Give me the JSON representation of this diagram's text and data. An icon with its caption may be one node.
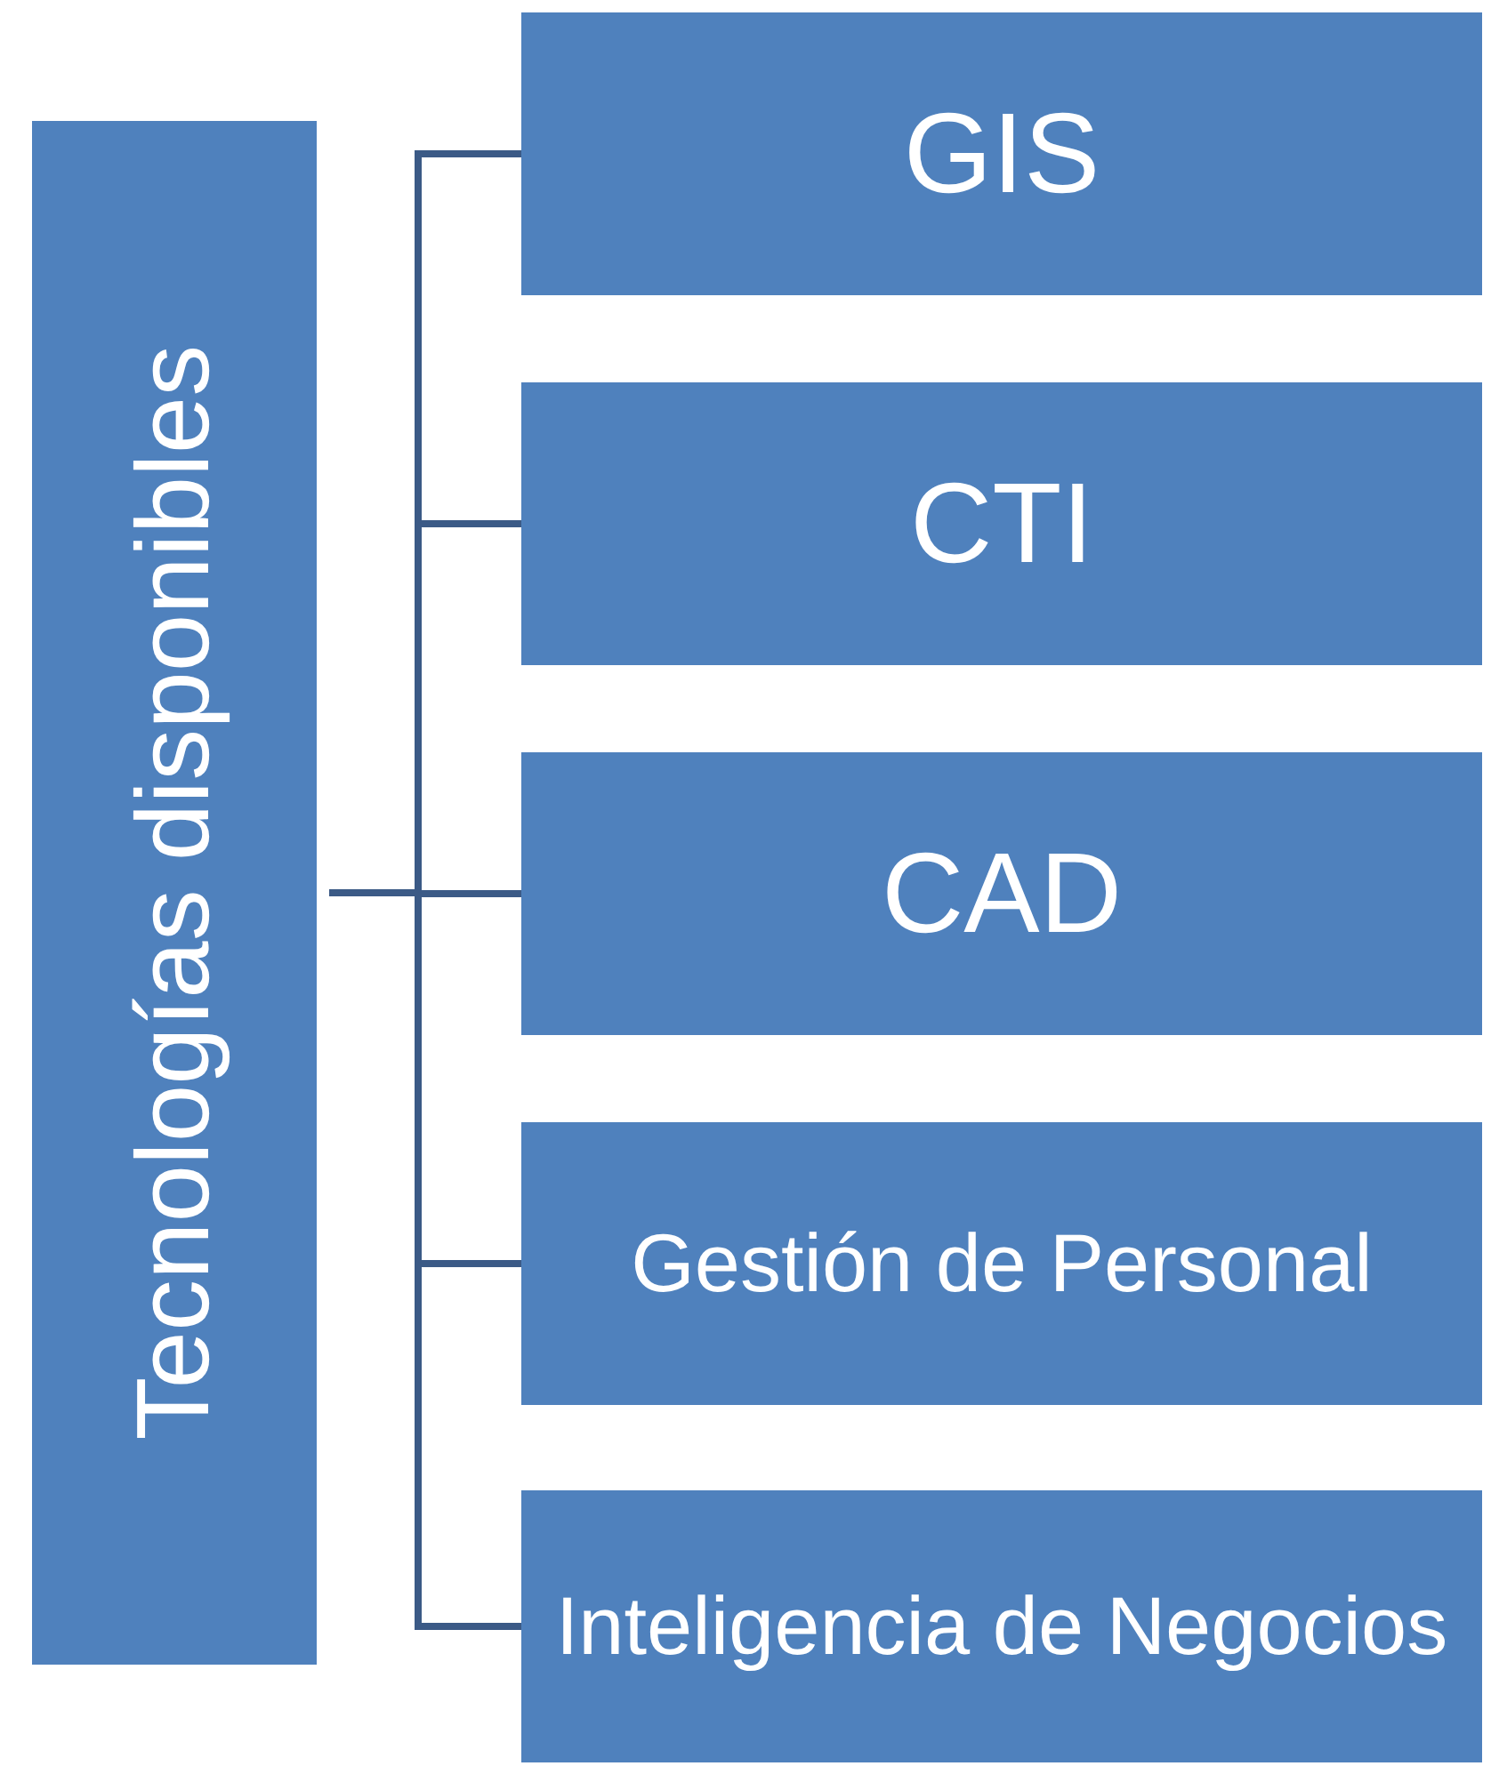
{
  "diagram": {
    "nodes": [
      {
        "text": [
          "Tecnologías disponibles"
        ]
      },
      {
        "text": [
          "GIS"
        ]
      },
      {
        "text": [
          "CTI"
        ]
      },
      {
        "text": [
          "CAD"
        ]
      },
      {
        "text": [
          "Gestión de Personal"
        ]
      },
      {
        "text": [
          "Inteligencia de Negocios"
        ]
      }
    ],
    "edges": [
      {
        "from": 0,
        "to": 1,
        "arrow": "none"
      },
      {
        "from": 0,
        "to": 2,
        "arrow": "none"
      },
      {
        "from": 0,
        "to": 3,
        "arrow": "none"
      },
      {
        "from": 0,
        "to": 4,
        "arrow": "none"
      },
      {
        "from": 0,
        "to": 5,
        "arrow": "none"
      }
    ]
  }
}
